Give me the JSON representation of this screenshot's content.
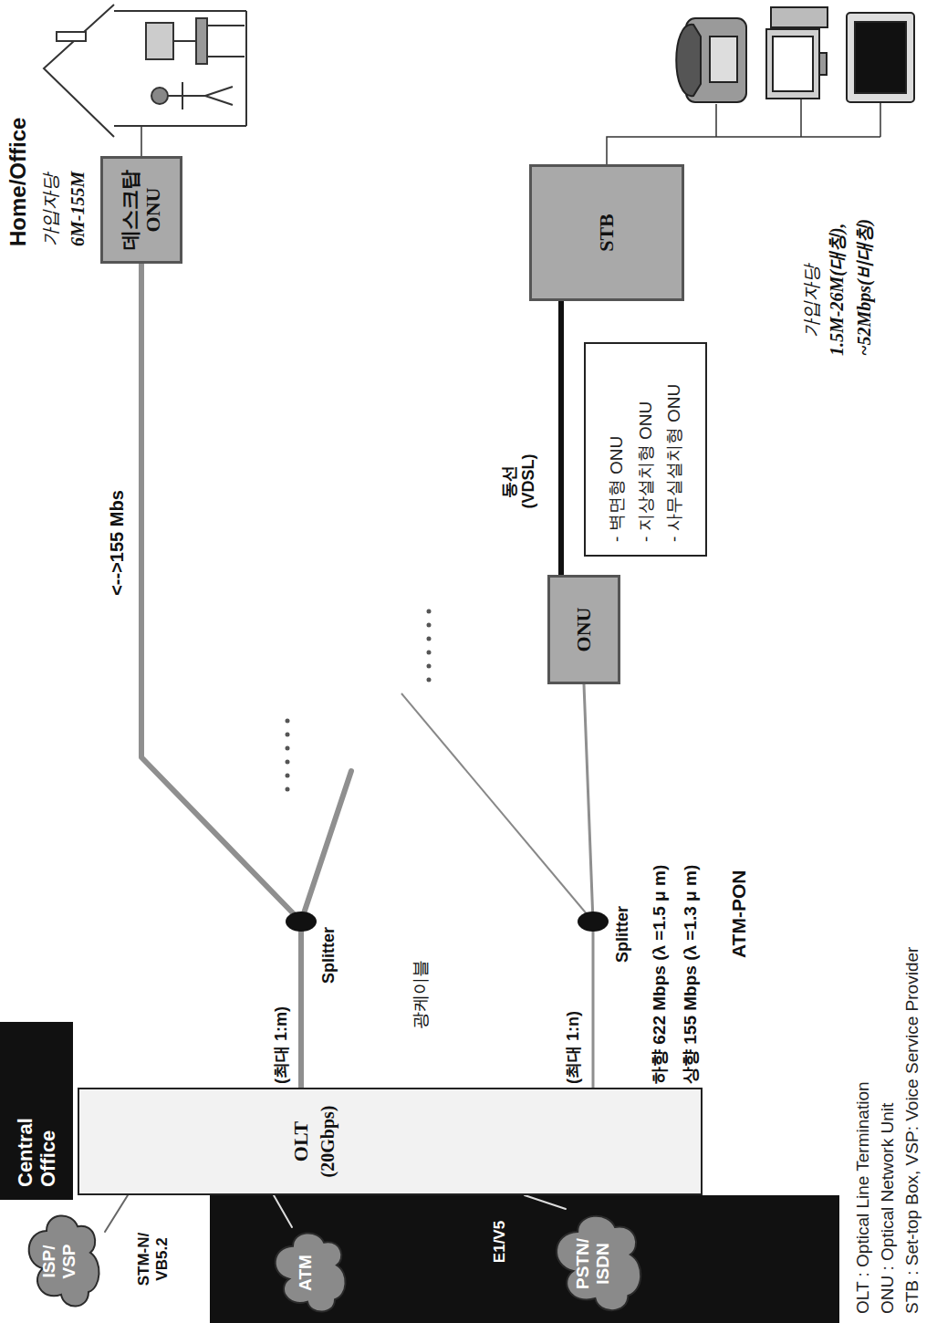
{
  "diagram": {
    "nodes": [
      {
        "text": [
          "Central Office"
        ]
      },
      {
        "text": [
          "ISP/ VSP"
        ]
      },
      {
        "text": [
          "OLT",
          "(20Gbps)"
        ]
      },
      {
        "text": [
          "ATM"
        ]
      },
      {
        "text": [
          "PSTN/ ISDN"
        ]
      },
      {
        "text": [
          "데스크탑 ONU"
        ]
      },
      {
        "text": [
          "ONU"
        ]
      },
      {
        "text": [
          "- 벽면형 ONU",
          "- 지상설치형 ONU",
          "- 사무실설치형 ONU"
        ]
      },
      {
        "text": [
          "STB"
        ]
      }
    ],
    "edges": [
      {
        "from": 1,
        "to": 2,
        "arrow": "none",
        "label": "STM-N/ VB5.2"
      },
      {
        "from": 3,
        "to": 2,
        "arrow": "none"
      },
      {
        "from": 4,
        "to": 2,
        "arrow": "none",
        "label": "E1/V5"
      },
      {
        "from": 2,
        "to": 5,
        "arrow": "none",
        "label": "<-->155 Mbs"
      },
      {
        "from": 2,
        "to": 6,
        "arrow": "none"
      },
      {
        "from": 6,
        "to": 8,
        "arrow": "none",
        "label": "동선 (VDSL)"
      }
    ],
    "labels": [
      "Home/Office",
      "가입자당",
      "6M-155M",
      "(최대 1:m)",
      "Splitter",
      "광케이블",
      "(최대 1:n)",
      "Splitter",
      "하향 622 Mbps (λ =1.5 μ m)",
      "상향 155 Mbps (λ =1.3 μ m)",
      "ATM-PON",
      "가입자당",
      "1.5M-26M(대칭),",
      "~52Mbps(비대칭)",
      "OLT : Optical Line Termination",
      "ONU : Optical Network Unit",
      "STB : Set-top Box, VSP: Voice Service Provider"
    ]
  }
}
